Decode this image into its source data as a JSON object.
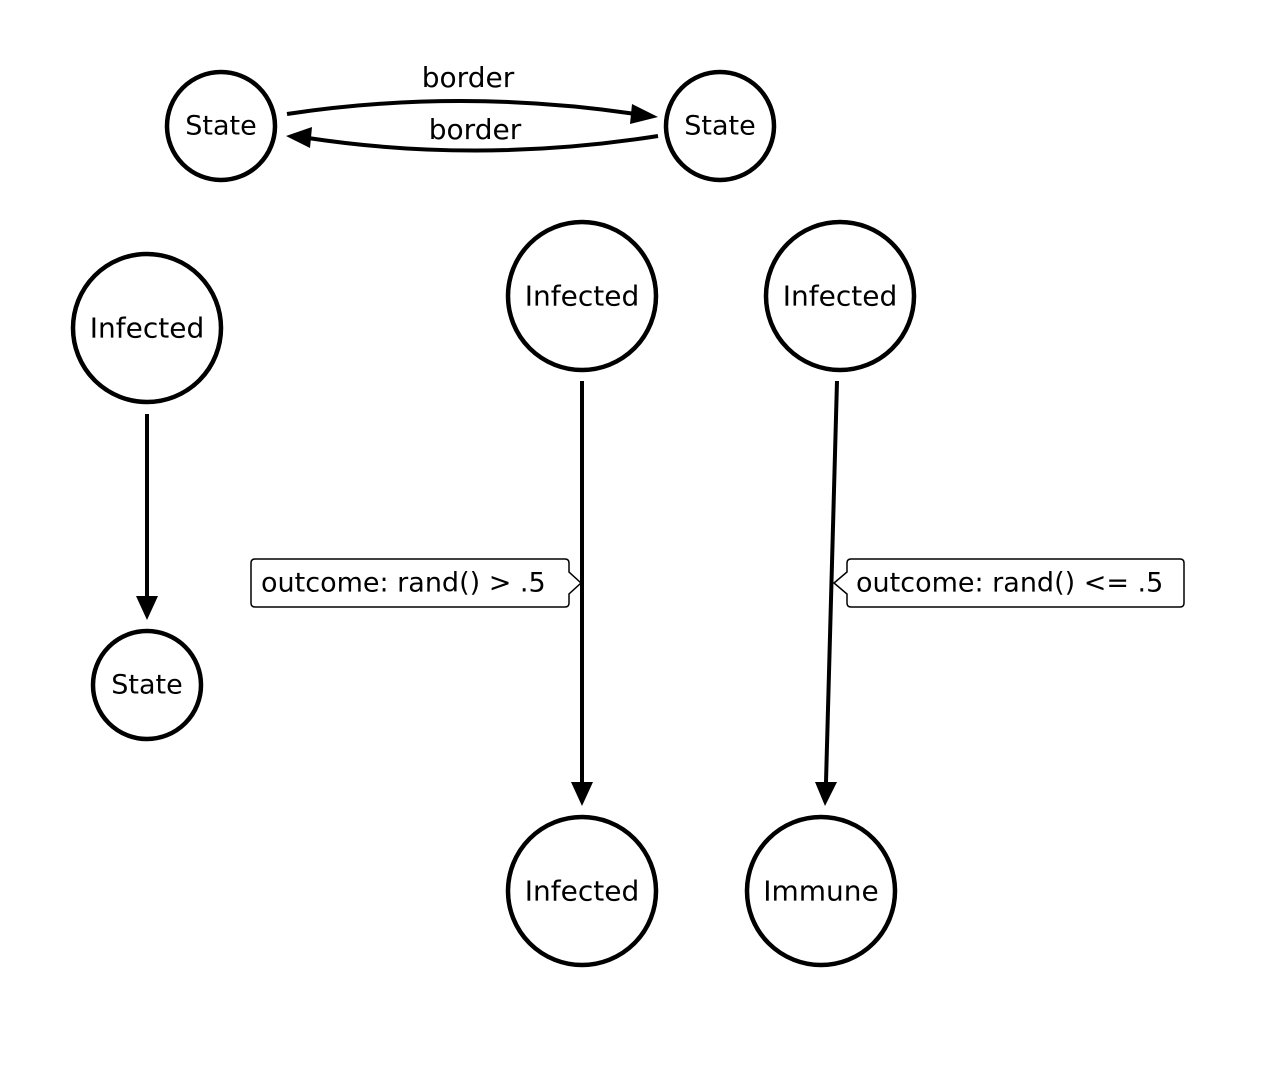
{
  "diagram": {
    "nodes": {
      "state_top_left": "State",
      "state_top_right": "State",
      "infected_left": "Infected",
      "state_bottom_left": "State",
      "infected_middle_top": "Infected",
      "infected_right_top": "Infected",
      "infected_middle_bottom": "Infected",
      "immune_bottom": "Immune"
    },
    "edges": {
      "border_forward": "border",
      "border_backward": "border"
    },
    "conditions": {
      "greater": "outcome: rand() > .5",
      "less_equal": "outcome: rand() <= .5"
    }
  }
}
